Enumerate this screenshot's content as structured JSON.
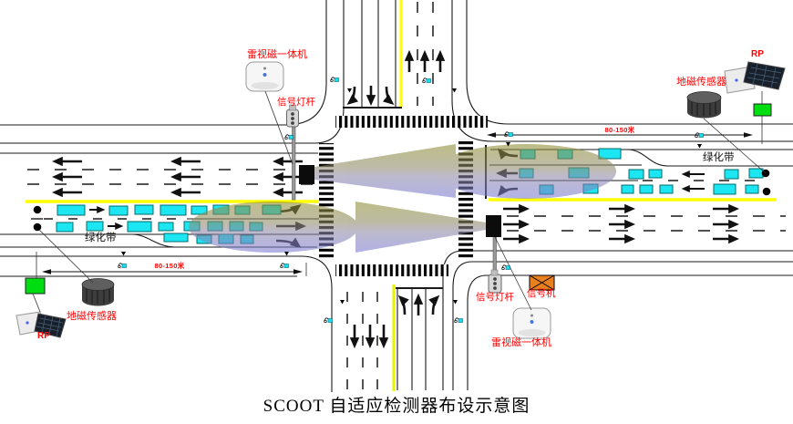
{
  "title": "SCOOT 自适应检测器布设示意图",
  "labels": {
    "radar_unit_north": "雷视磁一体机",
    "signal_pole_north": "信号灯杆",
    "rp_unit_northeast": "RP",
    "geomagnetic_sensor_northeast": "地磁传感器",
    "distance_east_approach": "80-150米",
    "green_belt_east": "绿化带",
    "green_belt_west": "绿化带",
    "distance_west_approach": "80-150米",
    "geomagnetic_sensor_southwest": "地磁传感器",
    "rp_unit_southwest": "RP",
    "signal_pole_south": "信号灯杆",
    "signal_controller": "信号机",
    "radar_unit_south": "雷视磁一体机"
  },
  "colors": {
    "label_red": "#ff0000",
    "road_line": "#1a1a1a",
    "lane_yellow": "#ffff00",
    "car_fill": "#1ce6f2",
    "car_stroke": "#046b6b",
    "beam_olive": "#8e8e33",
    "beam_violet": "#8080d8",
    "green_box": "#00dd11",
    "controller_orange": "#e8801f"
  },
  "icons": {
    "car": "cyan rectangle vehicle",
    "geomagnetic_detector_dot": "black circle in lane",
    "radar_beam": "olive-to-violet gradient detection cone",
    "motorcycle": "small cyan two-wheeler glyph",
    "crosswalk": "zebra stripe band",
    "signal_head": "grey pole-top signal lamp",
    "solar_panel": "dark tilted PV panel on white box",
    "sensor_cylinder": "dark cylinder device"
  }
}
